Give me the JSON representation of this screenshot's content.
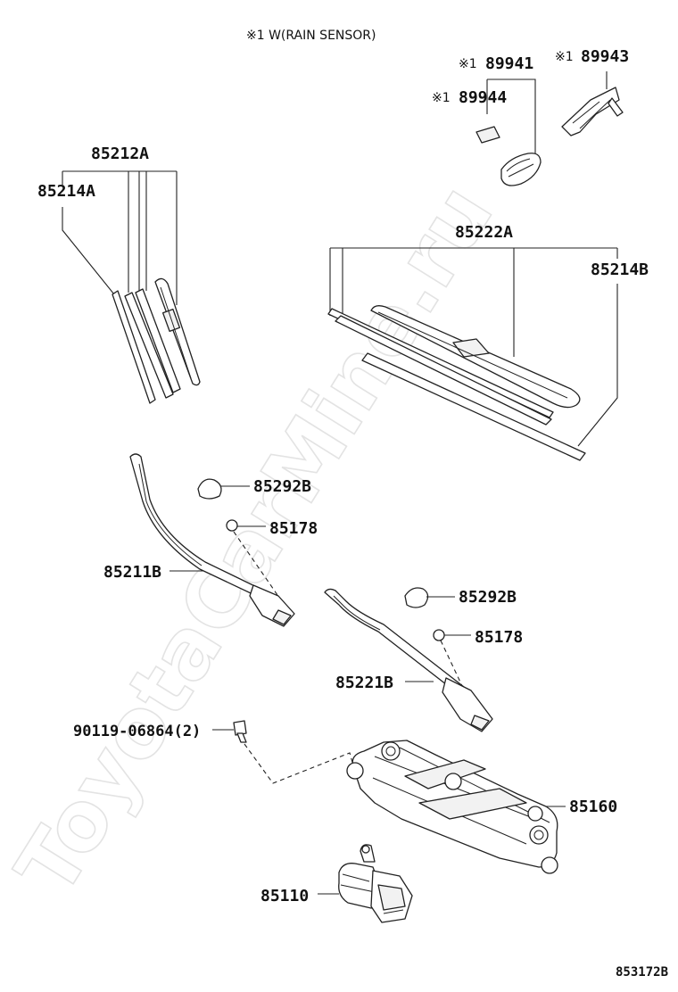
{
  "diagram": {
    "note": "※1 W(RAIN SENSOR)",
    "watermark": "ToyotaCarMine.ru",
    "figure_code": "853172B",
    "labels": {
      "p85212A": "85212A",
      "p85214A": "85214A",
      "p89941": "89941",
      "p89943": "89943",
      "p89944": "89944",
      "p85222A": "85222A",
      "p85214B": "85214B",
      "p85292B_1": "85292B",
      "p85178_1": "85178",
      "p85211B": "85211B",
      "p85292B_2": "85292B",
      "p85178_2": "85178",
      "p85221B": "85221B",
      "p90119": "90119-06864(2)",
      "p85160": "85160",
      "p85110": "85110"
    },
    "marks": {
      "m89941": "※1",
      "m89943": "※1",
      "m89944": "※1"
    }
  }
}
